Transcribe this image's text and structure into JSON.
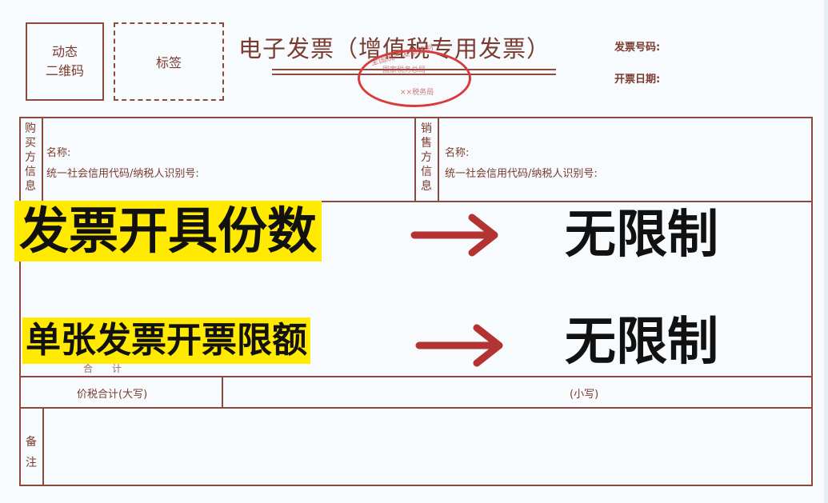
{
  "invoice": {
    "qr_label_line1": "动态",
    "qr_label_line2": "二维码",
    "tag_label": "标签",
    "title": "电子发票（增值税专用发票）",
    "stamp_top": "全国统一发票监制",
    "stamp_mid": "国家税务总局",
    "stamp_bottom": "××税务局",
    "invoice_number_label": "发票号码:",
    "issue_date_label": "开票日期:",
    "buyer_section": "购买方信息",
    "seller_section": "销售方信息",
    "buyer_name_label": "名称:",
    "buyer_tax_label": "统一社会信用代码/纳税人识别号:",
    "seller_name_label": "名称:",
    "seller_tax_label": "统一社会信用代码/纳税人识别号:",
    "total_label": "合　　计",
    "total_in_words_label": "价税合计(大写)",
    "total_in_figures_label": "(小写)",
    "remarks_label": "备注"
  },
  "overlay": {
    "row1_label": "发票开具份数",
    "row1_value": "无限制",
    "row2_label": "单张发票开票限额",
    "row2_value": "无限制",
    "highlight_color": "#ffea00",
    "arrow_color": "#b33333"
  }
}
